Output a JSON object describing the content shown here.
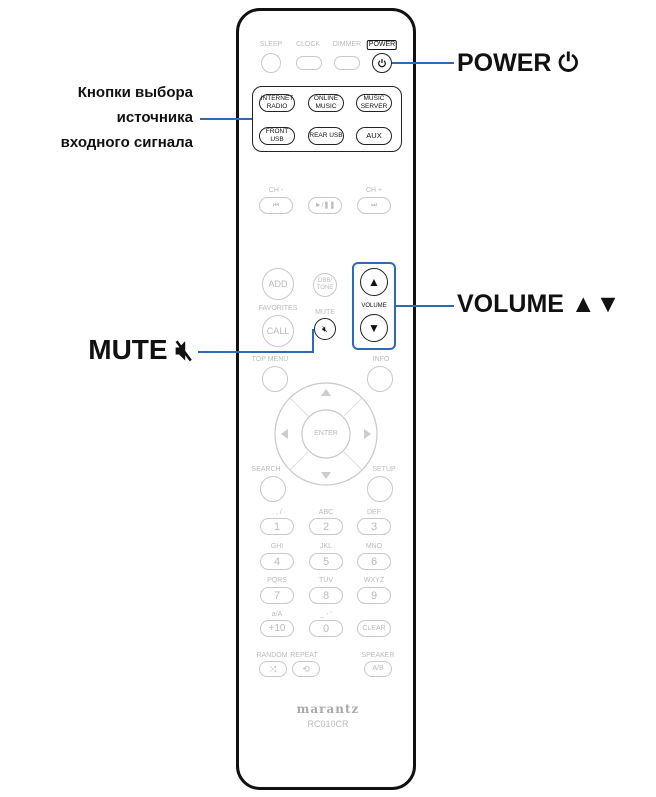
{
  "callouts": {
    "power": "POWER ⏻",
    "volume": "VOLUME ▲▼",
    "mute": "MUTE 🔇︎",
    "source_line1": "Кнопки выбора",
    "source_line2": "источника",
    "source_line3": "входного сигнала"
  },
  "top_labels": {
    "sleep": "SLEEP",
    "clock": "CLOCK",
    "dimmer": "DIMMER",
    "power": "POWER"
  },
  "source_buttons": {
    "internet_radio": "INTERNET RADIO",
    "online_music": "ONLINE MUSIC",
    "music_server": "MUSIC SERVER",
    "front_usb": "FRONT USB",
    "rear_usb": "REAR USB",
    "aux": "AUX"
  },
  "transport": {
    "ch_minus": "CH -",
    "ch_plus": "CH +",
    "prev": "⏮",
    "playpause": "►/❚❚",
    "next": "⏭"
  },
  "middle": {
    "add": "ADD",
    "dbb_tone": "DBB/ TONE",
    "favorites": "FAVORITES",
    "call": "CALL",
    "mute_label": "MUTE",
    "mute_icon": "🔇︎",
    "volume_label": "VOLUME",
    "vol_up": "▲",
    "vol_down": "▼"
  },
  "nav": {
    "top_menu": "TOP MENU",
    "info": "INFO",
    "enter": "ENTER",
    "search": "SEARCH",
    "setup": "SETUP"
  },
  "keypad": {
    "letters": [
      ". , /",
      "ABC",
      "DEF",
      "GHI",
      "JKL",
      "MNO",
      "PQRS",
      "TUV",
      "WXYZ",
      "a/A",
      "_ - '"
    ],
    "keys": [
      "1",
      "2",
      "3",
      "4",
      "5",
      "6",
      "7",
      "8",
      "9",
      "+10",
      "0",
      "CLEAR"
    ]
  },
  "bottom": {
    "random": "RANDOM",
    "repeat": "REPEAT",
    "speaker": "SPEAKER",
    "speaker_btn": "A/B",
    "brand": "marantz",
    "model": "RC010CR"
  }
}
